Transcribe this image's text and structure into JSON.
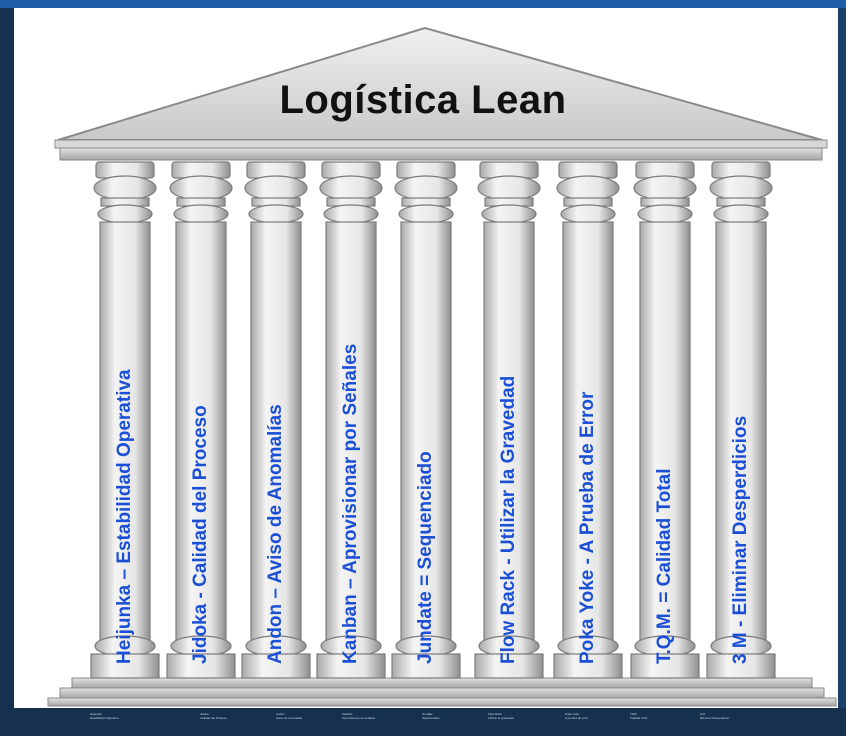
{
  "title": "Logística Lean",
  "colors": {
    "pillar_text": "#1a4fd6",
    "background": "#1b3a63",
    "accent": "#1e5fa8"
  },
  "pillars": [
    "Heijunka – Estabilidad Operativa",
    "Jidoka -  Calidad del Proceso",
    "Andon – Aviso de Anomalías",
    "Kanban – Aprovisionar por Señales",
    "Jundate = Sequenciado",
    "Flow Rack - Utilizar la Gravedad",
    "Poka Yoke - A Prueba de Error",
    "T.Q.M. = Calidad Total",
    "3 M - Eliminar Desperdicios"
  ],
  "footer": [
    {
      "title": "Heijunka",
      "text": "Estabilidad Operativa"
    },
    {
      "title": "Jidoka",
      "text": "Calidad del Proceso"
    },
    {
      "title": "Andon",
      "text": "Aviso de Anomalías"
    },
    {
      "title": "Kanban",
      "text": "Aprovisionar por señales"
    },
    {
      "title": "Jundate",
      "text": "Sequenciado"
    },
    {
      "title": "Flow Rack",
      "text": "Utilizar la gravedad"
    },
    {
      "title": "Poka Yoke",
      "text": "A prueba de error"
    },
    {
      "title": "TQM",
      "text": "Calidad Total"
    },
    {
      "title": "3 M",
      "text": "Eliminar Desperdicios"
    }
  ]
}
